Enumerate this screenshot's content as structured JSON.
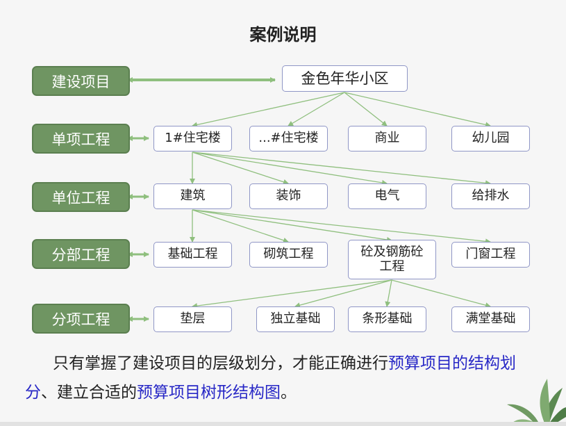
{
  "title": "案例说明",
  "root": "金色年华小区",
  "levels": [
    "建设项目",
    "单项工程",
    "单位工程",
    "分部工程",
    "分项工程"
  ],
  "row1": [
    "1#住宅楼",
    "...#住宅楼",
    "商业",
    "幼儿园"
  ],
  "row2": [
    "建筑",
    "装饰",
    "电气",
    "给排水"
  ],
  "row3": [
    "基础工程",
    "砌筑工程",
    "砼及钢筋砼\n工程",
    "门窗工程"
  ],
  "row4": [
    "垫层",
    "独立基础",
    "条形基础",
    "满堂基础"
  ],
  "description": {
    "p1": "只有掌握了建设项目的层级划分，才能正确进行",
    "h1": "预算项目的结构划分",
    "p2": "、建立合适的",
    "h2": "预算项目树形结构图",
    "p3": "。"
  },
  "colors": {
    "level_fill": "#6f9562",
    "arrow_green": "#8fbf7e",
    "node_border": "#8f96c6",
    "highlight_text": "#2727c6"
  }
}
